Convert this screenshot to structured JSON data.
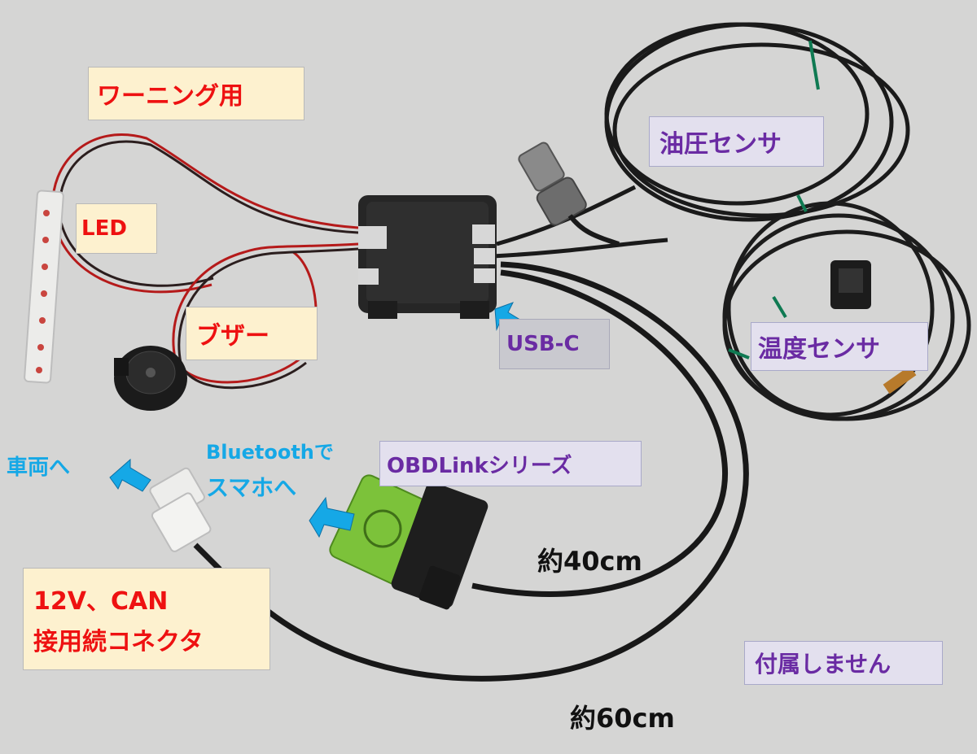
{
  "labels": {
    "warning": "ワーニング用",
    "led": "LED",
    "buzzer": "ブザー",
    "oil_pressure_sensor": "油圧センサ",
    "temperature_sensor": "温度センサ",
    "usb_c": "USB-C",
    "to_vehicle": "車両へ",
    "bluetooth_line1": "Bluetoothで",
    "bluetooth_line2": "スマホへ",
    "obdlink_series": "OBDLinkシリーズ",
    "length_40": "約40cm",
    "length_60": "約60cm",
    "connector_line1": "12V、CAN",
    "connector_line2": "接用続コネクタ",
    "not_included": "付属しません"
  },
  "colors": {
    "background": "#d6d6d4",
    "label_red": "#ee1111",
    "label_purple": "#6a2ba3",
    "label_blue": "#15a8e6",
    "obd_green": "#7cc23a",
    "housing_black": "#2a2a2a"
  }
}
